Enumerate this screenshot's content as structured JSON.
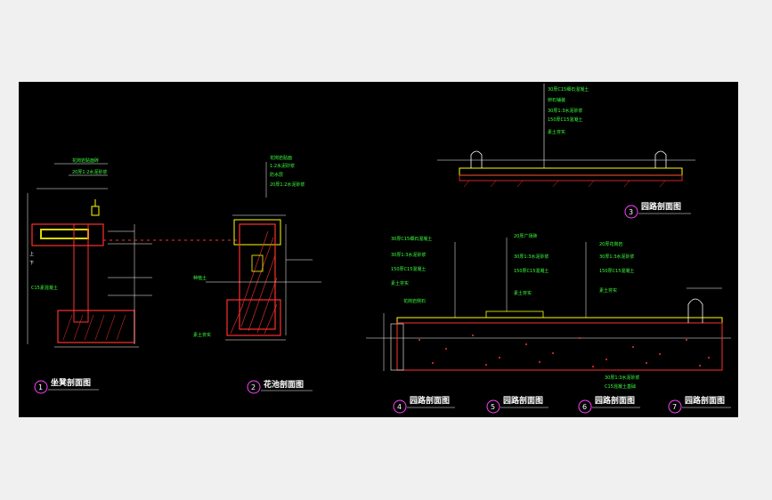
{
  "drawing": {
    "background": "#000000",
    "frame_color": "#f0f0f0",
    "label_color": "#3cff3c",
    "line_color": "#ffffff",
    "wall_color": "#ff3030",
    "accent_color": "#ffff00"
  },
  "sections": [
    {
      "number": "1",
      "title": "坐凳剖面图"
    },
    {
      "number": "2",
      "title": "花池剖面图"
    },
    {
      "number": "3",
      "title": "园路剖面图"
    },
    {
      "number": "4",
      "title": "园路剖面图"
    },
    {
      "number": "5",
      "title": "园路剖面图"
    },
    {
      "number": "6",
      "title": "园路剖面图"
    },
    {
      "number": "7",
      "title": "园路剖面图"
    }
  ],
  "labels": {
    "s1": {
      "top1": "花岗岩贴面砖",
      "top2": "20厚1:2水泥砂浆",
      "up": "上",
      "down": "下",
      "base": "C15素混凝土"
    },
    "s2": {
      "top1": "花岗岩贴面",
      "top2": "1:2水泥砂浆",
      "top3": "防水层",
      "top4": "20厚1:2水泥砂浆",
      "fill": "种植土",
      "bottom": "素土夯实"
    },
    "s3": {
      "l1": "30厚C15细石混凝土",
      "l2": "卵石铺装",
      "l3": "30厚1:3水泥砂浆",
      "l4": "150厚C15混凝土",
      "l5": "素土夯实"
    },
    "s4": {
      "l1": "30厚C15细石混凝土",
      "l2": "30厚1:3水泥砂浆",
      "l3": "150厚C15混凝土",
      "l4": "素土夯实",
      "edge": "花岗岩侧石"
    },
    "s5": {
      "l1": "20厚广场砖",
      "l2": "30厚1:3水泥砂浆",
      "l3": "150厚C15混凝土",
      "l4": "素土夯实"
    },
    "s6": {
      "l1": "20厚花岗岩",
      "l2": "30厚1:3水泥砂浆",
      "l3": "150厚C15混凝土",
      "l4": "素土夯实"
    },
    "s7": {
      "l1": "30厚1:3水泥砂浆",
      "l2": "C15混凝土基础"
    }
  }
}
